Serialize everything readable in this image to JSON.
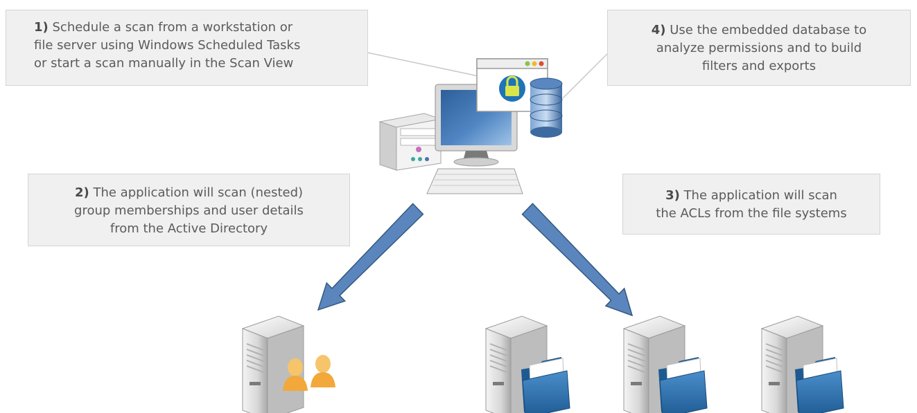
{
  "steps": [
    {
      "num": "1)",
      "lines": [
        "Schedule  a scan from a workstation or",
        "file server using Windows Scheduled Tasks",
        "or start a scan manually in the Scan View"
      ]
    },
    {
      "num": "2)",
      "lines": [
        "The application will scan (nested)",
        "group memberships and user details",
        "from the Active Directory"
      ]
    },
    {
      "num": "3)",
      "lines": [
        "The application will scan",
        "the ACLs from the file systems"
      ]
    },
    {
      "num": "4)",
      "lines": [
        "Use the embedded database to",
        "analyze permissions and to build",
        "filters and exports"
      ]
    }
  ],
  "colors": {
    "box_bg": "#f0f0f0",
    "box_border": "#d4d4d4",
    "text": "#5b5b5b",
    "arrow": "#5b86bd",
    "folder": "#2e6fa8",
    "person": "#f0a830"
  },
  "icons": [
    "workstation-icon",
    "lock-window-icon",
    "database-icon",
    "ad-server-icon",
    "file-server-icon"
  ]
}
